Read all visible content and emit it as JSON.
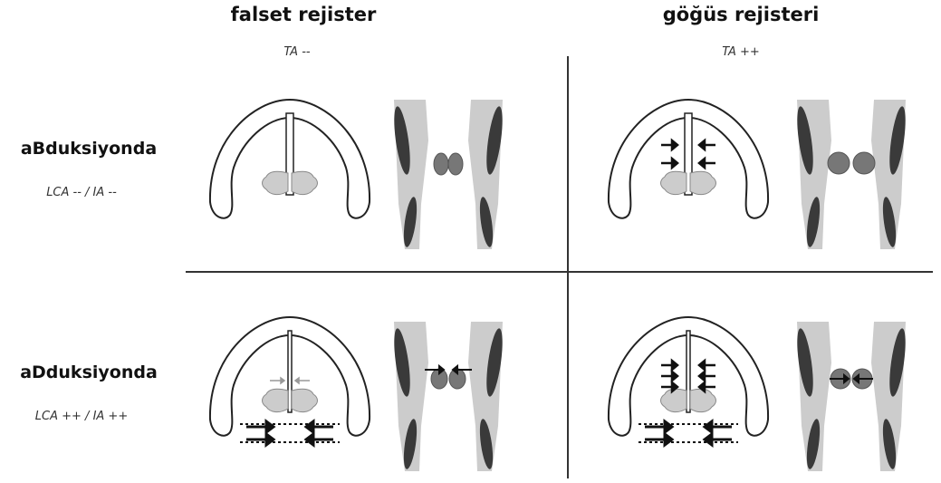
{
  "columns": [
    {
      "label": "falset rejister",
      "muscle": "TA --"
    },
    {
      "label": "göğüs rejisteri",
      "muscle": "TA ++"
    }
  ],
  "rows": [
    {
      "label": "aBduksiyonda",
      "muscle": "LCA -- / IA --"
    },
    {
      "label": "aDduksiyonda",
      "muscle": "LCA ++ / IA ++"
    }
  ],
  "colors": {
    "tissue": "#cccccc",
    "muscle": "#3a3a3a",
    "outline": "#222222",
    "divider": "#333333"
  }
}
